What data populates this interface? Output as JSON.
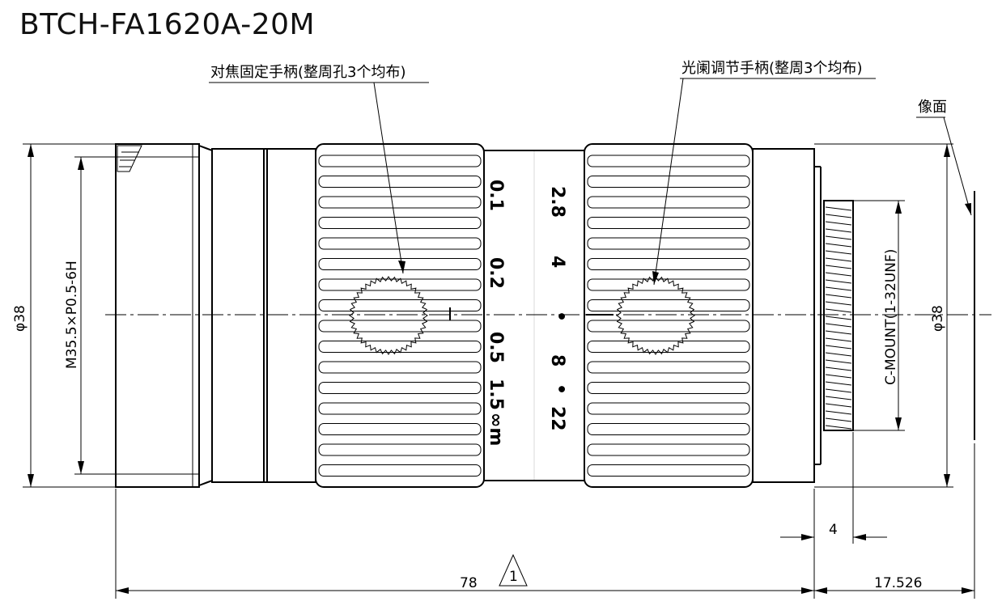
{
  "title": "BTCH-FA1620A-20M",
  "callouts": {
    "focus_handle": "对焦固定手柄(整周孔3个均布)",
    "iris_handle": "光阑调节手柄(整周3个均布)",
    "image_plane": "像面"
  },
  "focus_scale": [
    "0.1",
    "0.2",
    "0.5",
    "1.5",
    "∞m"
  ],
  "iris_scale": [
    "2.8",
    "4",
    "•",
    "8",
    "•",
    "22"
  ],
  "dimensions": {
    "front_diameter": "φ38",
    "front_thread": "M35.5×P0.5-6H",
    "rear_diameter": "φ38",
    "mount": "C-MOUNT(1-32UNF)",
    "total_length": "78",
    "flange_back": "17.526",
    "mount_length": "4",
    "warning_mark": "1"
  }
}
